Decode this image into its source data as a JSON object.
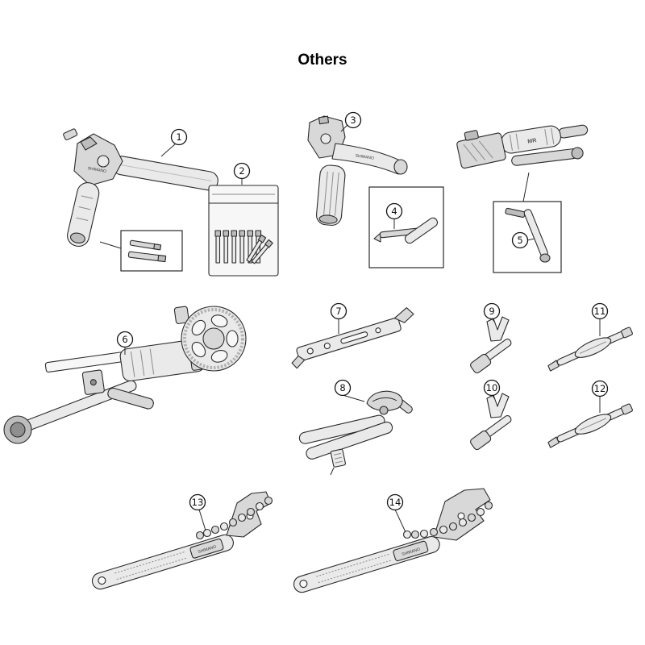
{
  "title": "Others",
  "callouts": [
    "1",
    "2",
    "3",
    "4",
    "5",
    "6",
    "7",
    "8",
    "9",
    "10",
    "11",
    "12",
    "13",
    "14"
  ],
  "markings": {
    "brand": "SHIMANO",
    "tool5": "MR"
  },
  "colors": {
    "background": "#ffffff",
    "line": "#2a2a2a",
    "fill_light": "#eaeaea",
    "fill_mid": "#d8d8d8",
    "fill_dark": "#bdbdbd"
  }
}
